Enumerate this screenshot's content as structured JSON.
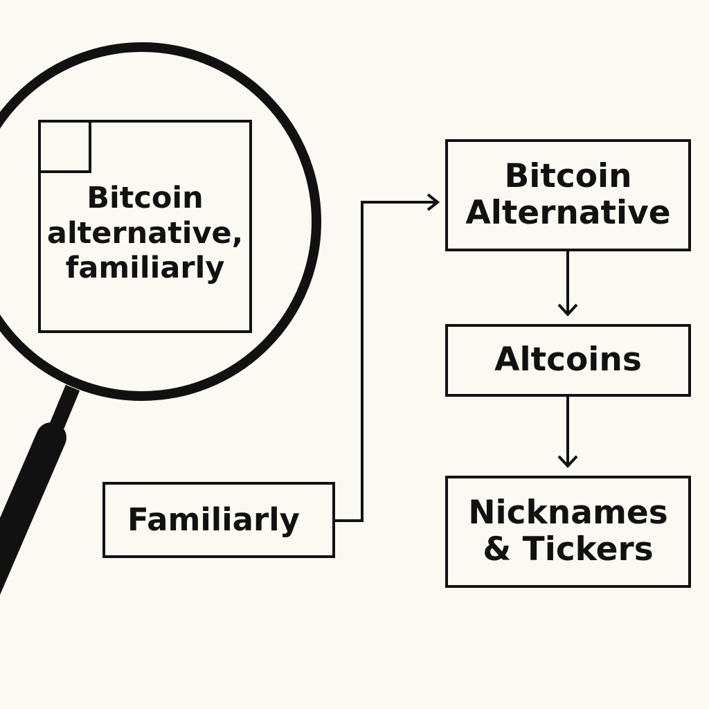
{
  "magnifier": {
    "lines": [
      "Bitcoin",
      "alternative,",
      "familiarly"
    ]
  },
  "flow": {
    "familiarly": "Familiarly",
    "bitcoin_alternative": [
      "Bitcoin",
      "Alternative"
    ],
    "altcoins": "Altcoins",
    "nicknames_tickers": [
      "Nicknames",
      "& Tickers"
    ]
  },
  "colors": {
    "background": "#fbf9f2",
    "ink": "#111111"
  }
}
